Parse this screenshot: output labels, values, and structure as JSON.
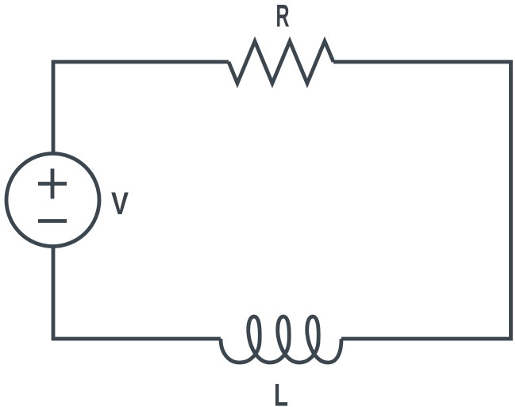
{
  "style": {
    "background": "#ffffff",
    "wire_color": "#3c464e",
    "label_color": "#3a434b"
  },
  "components": {
    "voltage_source": {
      "label": "V",
      "symbol": "circle-plus-minus-source",
      "polarity_top": "+",
      "polarity_bottom": "−"
    },
    "resistor": {
      "label": "R",
      "symbol": "zigzag-resistor"
    },
    "inductor": {
      "label": "L",
      "symbol": "coil-inductor"
    }
  }
}
